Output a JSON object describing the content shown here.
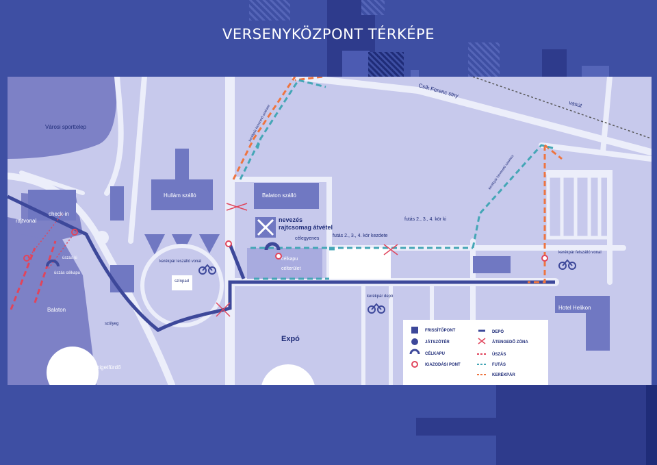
{
  "page": {
    "title": "VERSENYKÖZPONT TÉRKÉPE"
  },
  "map": {
    "places": {
      "varosi_sporttelep": "Városi sporttelep",
      "hullam_szallo": "Hullám szálló",
      "balaton_szallo": "Balaton szálló",
      "csik_ferenc_stny": "Csík Ferenc stny",
      "vasut": "vasút",
      "balaton": "Balaton",
      "szigetfurdo": "Szigetfürdő",
      "expo": "Expó",
      "hotel_helikon": "Hotel Helikon",
      "szinpad": "színpad",
      "szolyeg": "szólyeg"
    },
    "labels": {
      "rajtvonal": "rajtvonal",
      "check_in": "check-in",
      "uszas_ki": "úszás ki",
      "uszas_celkapu": "úszás célkapu",
      "kerekpar_leszallo_vonal": "kerékpár leszálló vonal",
      "nevezes": "nevezés",
      "rajtcsomag_atvetel": "rajtcsomag átvétel",
      "celegyenes": "célegyenes",
      "futas_kor_kezdete": "futás 2., 3., 4. kör kezdete",
      "futas_kor_ki": "futás 2., 3., 4. kör ki",
      "celkapu": "célkapu",
      "celterulet": "célterület",
      "kerekpar_depo": "kerékpár depó",
      "kerekpar_felszallo_vonal": "kerékpár felszálló vonal",
      "kerekpar_kimeneto_szakasz_left": "kerékpár kimenető szakasz",
      "kerekpar_kimeneto_szakasz_right": "kerékpár kimenető szakasz"
    },
    "legend": {
      "frissitopont": "FRISSÍTŐPONT",
      "jatszoter": "JÁTSZÓTÉR",
      "celkapu": "CÉLKAPU",
      "igazodasi_pont": "IGAZODÁSI PONT",
      "depo": "DEPÓ",
      "atengedo_zona": "ÁTENGEDŐ ZÓNA",
      "uszas": "ÚSZÁS",
      "futas": "FUTÁS",
      "kerekpar": "KERÉKPÁR"
    },
    "colors": {
      "water": "#7d81c6",
      "land": "#c7c9ec",
      "road": "#eceefa",
      "building": "#7078c2",
      "swim": "#e0455c",
      "run": "#44a6b6",
      "bike": "#ee7540",
      "route": "#3d489a"
    }
  }
}
